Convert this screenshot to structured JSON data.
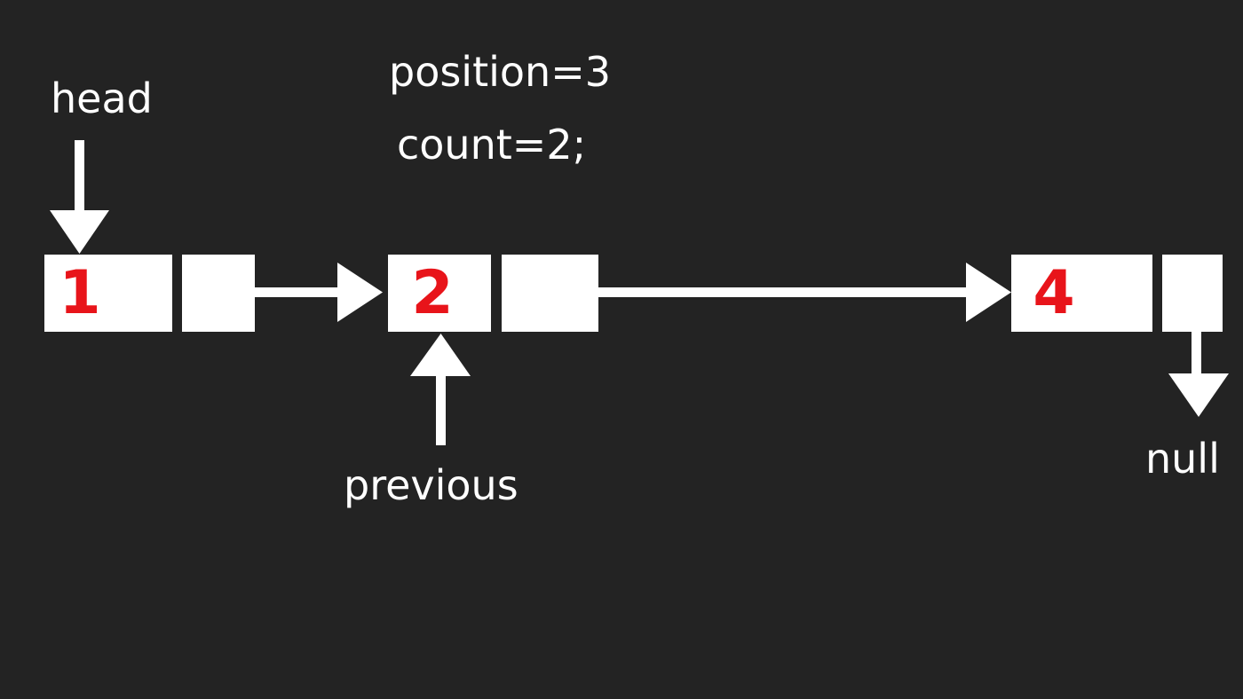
{
  "labels": {
    "head": "head",
    "position": "position=3",
    "count": "count=2;",
    "previous": "previous",
    "null": "null"
  },
  "nodes": [
    {
      "value": "1"
    },
    {
      "value": "2"
    },
    {
      "value": "4"
    }
  ],
  "colors": {
    "background": "#232323",
    "box": "#ffffff",
    "value_text": "#e8141a",
    "label_text": "#ffffff",
    "arrow": "#ffffff"
  }
}
